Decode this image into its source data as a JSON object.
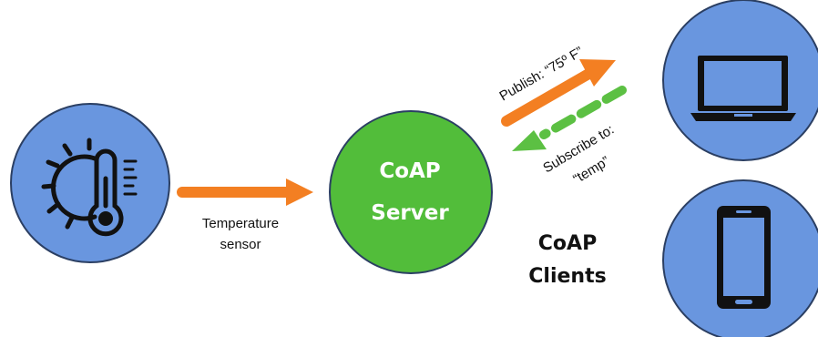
{
  "colors": {
    "node_fill": "#6996df",
    "node_stroke": "#2b3f63",
    "server_fill": "#52bd3a",
    "server_stroke": "#2b3f63",
    "publish_arrow": "#f37f22",
    "subscribe_arrow": "#5cc043",
    "icon": "#111111",
    "server_text": "#ffffff"
  },
  "icons": {
    "sensor": "thermometer-sun-icon",
    "laptop": "laptop-icon",
    "phone": "smartphone-icon"
  },
  "sensor_label": {
    "line1": "Temperature",
    "line2": "sensor"
  },
  "server": {
    "line1": "CoAP",
    "line2": "Server"
  },
  "publish_label": "Publish: “75º F”",
  "subscribe_label": {
    "line1": "Subscribe to:",
    "line2": "“temp”"
  },
  "clients_label": {
    "line1": "CoAP",
    "line2": "Clients"
  }
}
